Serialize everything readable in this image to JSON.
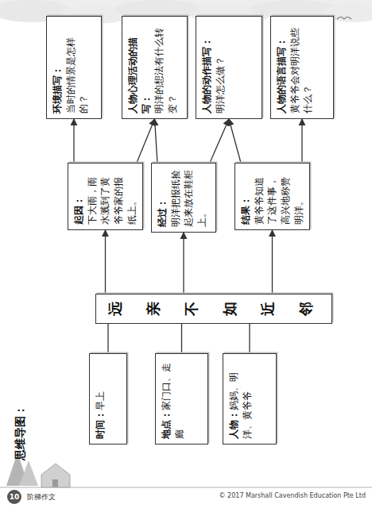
{
  "diagram": {
    "nodes": [
      {
        "text": [
          "时间：",
          "早上"
        ]
      },
      {
        "text": [
          "地点：",
          "家门口、走廊"
        ]
      },
      {
        "text": [
          "人物：",
          "妈妈、明洋、黄爷爷"
        ]
      },
      {
        "text": [
          "远亲不如近邻"
        ]
      },
      {
        "text": [
          "起因：",
          "下大雨，雨水溅到了黄爷爷家的报纸上。"
        ]
      },
      {
        "text": [
          "经过：",
          "明洋把报纸捡起来放在鞋柜上。"
        ]
      },
      {
        "text": [
          "结果：",
          "黄爷爷知道了这件事，高兴地称赞明洋。"
        ]
      },
      {
        "text": [
          "环境描写：",
          "当时的情景是怎样的？"
        ]
      },
      {
        "text": [
          "人物心理活动的描写：",
          "明洋的想法有什么转变？"
        ]
      },
      {
        "text": [
          "人物的动作描写：",
          "明洋怎么做？"
        ]
      },
      {
        "text": [
          "人物的语言描写：",
          "黄爷爷会对明洋说些什么？"
        ]
      }
    ],
    "edges": [
      {
        "from": 3,
        "to": 0,
        "arrow": "none"
      },
      {
        "from": 3,
        "to": 1,
        "arrow": "none"
      },
      {
        "from": 3,
        "to": 2,
        "arrow": "none"
      },
      {
        "from": 3,
        "to": 4,
        "arrow": "to"
      },
      {
        "from": 3,
        "to": 5,
        "arrow": "to"
      },
      {
        "from": 3,
        "to": 6,
        "arrow": "to"
      },
      {
        "from": 4,
        "to": 7,
        "arrow": "to"
      },
      {
        "from": 4,
        "to": 8,
        "arrow": "to"
      },
      {
        "from": 5,
        "to": 8,
        "arrow": "to"
      },
      {
        "from": 5,
        "to": 9,
        "arrow": "to"
      },
      {
        "from": 6,
        "to": 9,
        "arrow": "to"
      },
      {
        "from": 6,
        "to": 10,
        "arrow": "to"
      }
    ],
    "labels": [
      "思维导图：",
      "10",
      "阶梯作文",
      "© 2017 Marshall Cavendish Education Pte Ltd"
    ]
  }
}
